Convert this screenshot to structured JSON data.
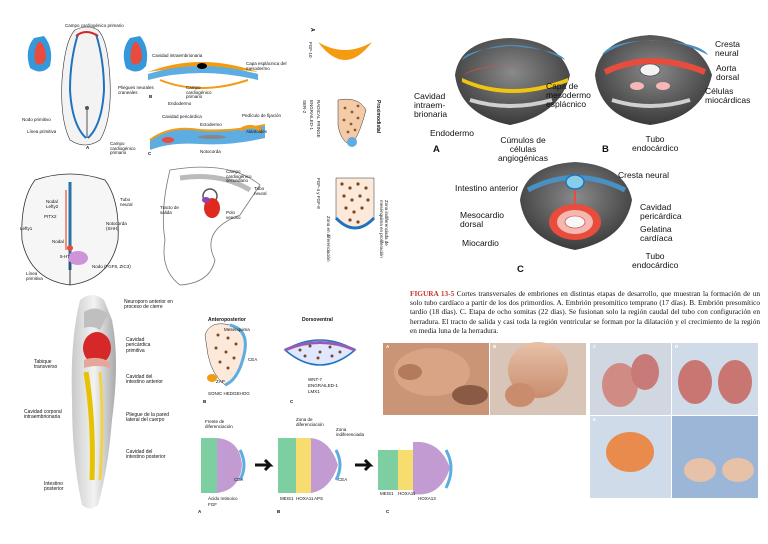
{
  "panel_a1": {
    "top": "Campo cardiogénico primario",
    "pliegues": "Pliegues neurales craneales",
    "nodo": "Nodo primitivo",
    "linea": "Línea primitiva",
    "letter": "A"
  },
  "panel_b1": {
    "cavidad": "Cavidad intraembrionaria",
    "capa": "Capa esplácnica del mesodermo",
    "campo": "Campo cardiogénico primario",
    "endodermo": "Endodermo",
    "letter": "B"
  },
  "panel_c1": {
    "cavidad": "Cavidad pericárdica",
    "ectodermo": "Ectodermo",
    "pedicula": "Pedículo de fijación",
    "alantoides": "Alantoides",
    "campo": "Campo cardiogénico primario",
    "notocorda": "Notocorda",
    "letter": "C"
  },
  "panel_d1": {
    "nodal_up": "Nodal Lefty2",
    "pitx2": "PITX2",
    "lefty1": "Lefty1",
    "tubo": "Tubo neural",
    "notocorda": "Notocorda (SHH)",
    "nodal": "Nodal",
    "fgf8": "5-HT",
    "nodo": "Nodo (FGF8, ZIC3)",
    "linea": "Línea primitiva"
  },
  "panel_e1": {
    "campo": "Campo cardiogénico secundario",
    "tubo": "Tubo neural",
    "tracto": "Tracto de salida",
    "polo": "Polo venoso"
  },
  "panel_f1": {
    "a": "A",
    "fgf10": "FGF-10",
    "prox": "Proximodistal",
    "l1": "RADICAL FRINGE",
    "l2": "ENGRAILED-1",
    "l3": "SER-2",
    "l4": "FGF-4 y FGF-8",
    "zona": "Zona en diferenciación",
    "zona2": "Zona indiferenciada de mesénquima en proliferación"
  },
  "panel_g": {
    "cavidad": "Cavidad intraem-brionaria",
    "capa": "Capa de mesodermo esplácnico",
    "endodermo": "Endodermo",
    "cumulos": "Cúmulos de células angiogénicas",
    "a": "A",
    "cresta": "Cresta neural",
    "aorta": "Aorta dorsal",
    "celulas": "Células miocárdicas",
    "tubo": "Tubo endocárdico",
    "b": "B",
    "intestino": "Intestino anterior",
    "cresta2": "Cresta neural",
    "mesocardio": "Mesocardio dorsal",
    "cavidad2": "Cavidad pericárdica",
    "gelatina": "Gelatina cardíaca",
    "miocardio": "Miocardio",
    "tubo2": "Tubo endocárdico",
    "c": "C"
  },
  "caption": {
    "figure": "FIGURA 13-5",
    "text": " Cortes transversales de embriones en distintas etapas de desarrollo, que muestran la formación de un solo tubo cardíaco a partir de los dos primordios. A. Embrión presomítico temprano (17 días). B. Embrión presomítico tardío (18 días). C. Etapa de ocho somitas (22 días). Se fusionan solo la región caudal del tubo con configuración en herradura. El tracto de salida y casi toda la región ventricular se forman por la dilatación y el crecimiento de la región en media luna de la herradura."
  },
  "panel_h": {
    "neuroporo": "Neuroporo anterior en proceso de cierre",
    "cavidad": "Cavidad pericárdica primitiva",
    "tabique": "Tabique transverso",
    "cav_int": "Cavidad del intestino anterior",
    "cavidad_corp": "Cavidad corporal intraembrionaria",
    "pliegue": "Pliegue de la pared lateral del cuerpo",
    "cav_post": "Cavidad del intestino posterior",
    "int_post": "Intestino posterior"
  },
  "panel_i": {
    "ap": "Anteroposterior",
    "dv": "Dorsoventral",
    "mesinquima": "Mesénquima",
    "cea": "CEA",
    "zpa": "ZAP",
    "sonic": "SONIC HEDGEHOG",
    "wnt": "WNT-7",
    "eng": "ENGRAILED-1",
    "lmx": "LMX1",
    "b": "B",
    "c": "C"
  },
  "panel_j": {
    "frente": "Frente de diferenciación",
    "cea": "CEA",
    "ac": "Ácido retinoico",
    "fgf": "FGF",
    "a": "A",
    "zona": "Zona de diferenciación",
    "zona_ind": "Zona indiferenciada",
    "cea2": "CEA",
    "meis": "MEIS1",
    "hoxa": "HOXA11",
    "aps": "APS",
    "b": "B",
    "meis2": "MEIS1",
    "hoxa2": "HOXA11",
    "hoxa13": "HOXA13",
    "c": "C"
  },
  "photos": {
    "a": "A",
    "b": "B",
    "c": "C",
    "d": "D",
    "e": "E"
  }
}
